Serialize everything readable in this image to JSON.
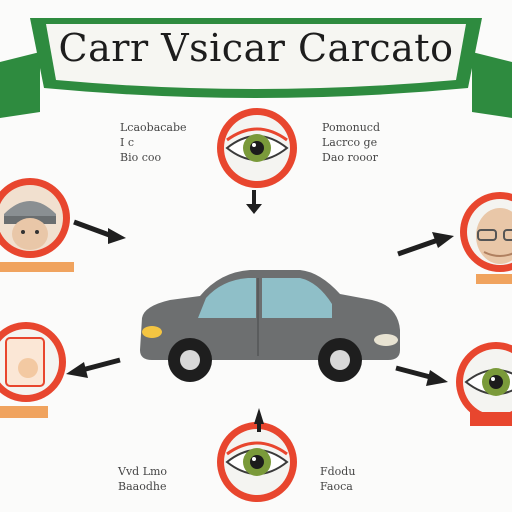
{
  "banner": {
    "title": "Carr Vsicar Carcato",
    "color": "#2e8b3f"
  },
  "captions": {
    "top_left": "Lcaobacabe\nI c\nBio coo",
    "top_right": "Pomonucd\nLacrco ge\nDao rooor",
    "bottom_left": "Vvd Lmo\nBaaodhe",
    "bottom_right": "Fdodu\nFaoca"
  },
  "colors": {
    "accent": "#e8462e",
    "car_body": "#6d6f70",
    "iris": "#7a9a3a",
    "arrow": "#1f1f1f"
  },
  "icons": [
    "eye-icon",
    "person-helmet-icon",
    "person-glasses-icon",
    "document-icon",
    "car-icon"
  ]
}
